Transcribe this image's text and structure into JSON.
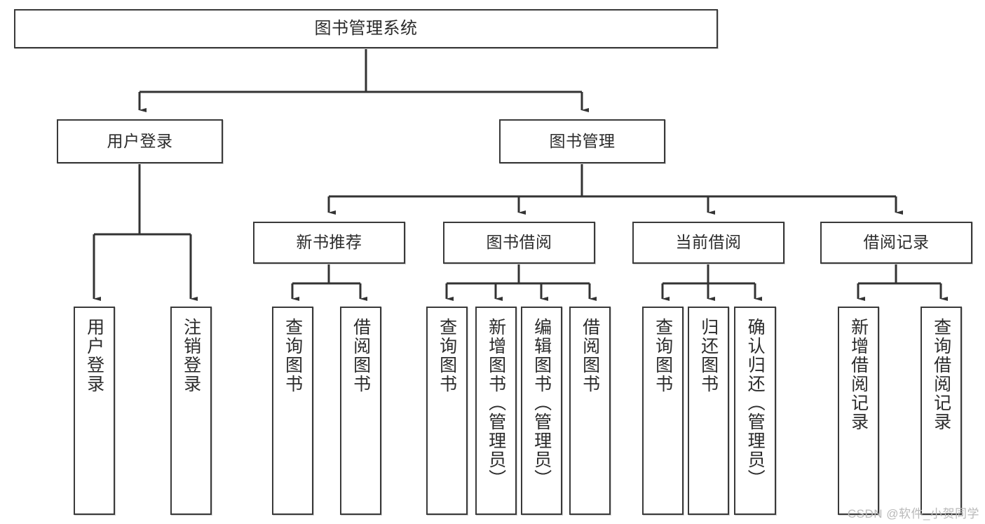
{
  "diagram": {
    "title": "图书管理系统",
    "type": "tree-hierarchy-chart",
    "colors": {
      "box_border": "#3a3a3a",
      "box_fill": "#ffffff",
      "connector": "#333333",
      "text": "#2b2b2b",
      "watermark": "#b9b9b9"
    },
    "root": {
      "label": "图书管理系统"
    },
    "level2": [
      {
        "label": "用户登录"
      },
      {
        "label": "图书管理"
      }
    ],
    "level3": [
      {
        "label": "新书推荐"
      },
      {
        "label": "图书借阅"
      },
      {
        "label": "当前借阅"
      },
      {
        "label": "借阅记录"
      }
    ],
    "leaves": {
      "user_login": [
        {
          "label": "用户登录"
        },
        {
          "label": "注销登录"
        }
      ],
      "new_book_recommend": [
        {
          "label": "查询图书"
        },
        {
          "label": "借阅图书"
        }
      ],
      "book_borrow": [
        {
          "label": "查询图书"
        },
        {
          "label": "新增图书（管理员）"
        },
        {
          "label": "编辑图书（管理员）"
        },
        {
          "label": "借阅图书"
        }
      ],
      "current_borrow": [
        {
          "label": "查询图书"
        },
        {
          "label": "归还图书"
        },
        {
          "label": "确认归还（管理员）"
        }
      ],
      "borrow_records": [
        {
          "label": "新增借阅记录"
        },
        {
          "label": "查询借阅记录"
        }
      ]
    },
    "watermark": "CSDN @软件_小贺同学"
  }
}
